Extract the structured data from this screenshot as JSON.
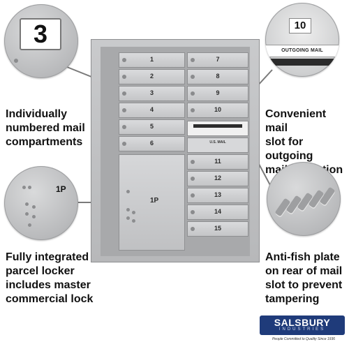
{
  "callouts": {
    "top_left": {
      "number": "3",
      "caption_lines": [
        "Individually",
        "numbered mail",
        "compartments"
      ]
    },
    "bottom_left": {
      "tag": "1P",
      "caption_lines": [
        "Fully integrated",
        "parcel locker",
        "includes master",
        "commercial lock"
      ]
    },
    "top_right": {
      "number": "10",
      "label": "OUTGOING MAIL",
      "caption_lines": [
        "Convenient mail",
        "slot for outgoing",
        "mail collection"
      ]
    },
    "bottom_right": {
      "caption_lines": [
        "Anti-fish plate",
        "on rear of mail",
        "slot to prevent",
        "tampering"
      ]
    }
  },
  "mailbox": {
    "left_doors": [
      "1",
      "2",
      "3",
      "4",
      "5",
      "6"
    ],
    "parcel_label": "1P",
    "right_upper_doors": [
      "7",
      "8",
      "9",
      "10"
    ],
    "usmail_label": "U.S. MAIL",
    "right_lower_doors": [
      "11",
      "12",
      "13",
      "14",
      "15"
    ]
  },
  "brand": {
    "name": "SALSBURY",
    "sub": "INDUSTRIES",
    "tagline": "People Committed to Quality Since 1936",
    "color": "#1f3b7a"
  }
}
